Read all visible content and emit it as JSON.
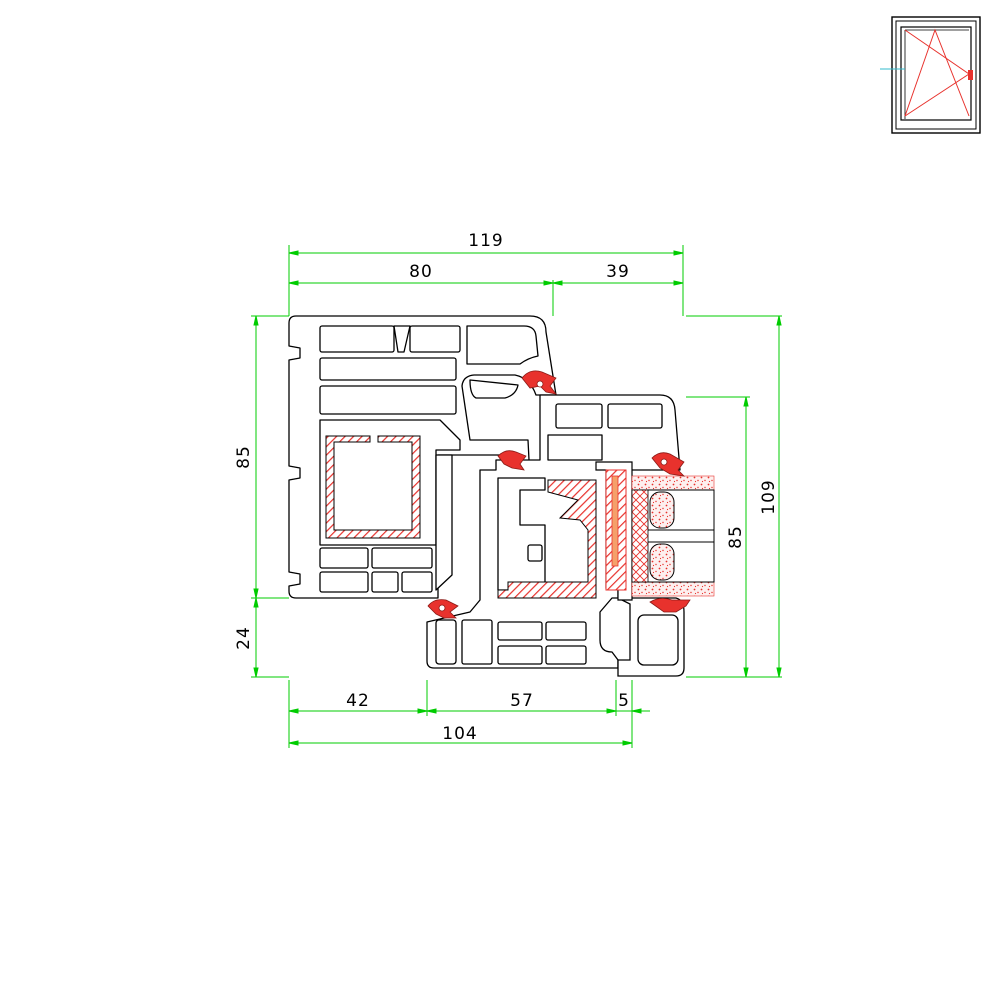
{
  "dimensions": {
    "top_total": "119",
    "top_left": "80",
    "top_right": "39",
    "left_upper": "85",
    "left_lower": "24",
    "right_inner": "85",
    "right_outer": "109",
    "bottom_a": "42",
    "bottom_b": "57",
    "bottom_c": "5",
    "bottom_total": "104"
  },
  "colors": {
    "dimension_line": "#00cc00",
    "profile_stroke": "#000000",
    "seal": "#e8322d",
    "reinforcement_hatch": "#e8322d",
    "glazing_dots": "#e8322d",
    "opening_symbol": "#e8322d",
    "axis_mark": "#33bbcc"
  },
  "icons": {
    "opening_symbol": "tilt-turn-window-icon"
  }
}
